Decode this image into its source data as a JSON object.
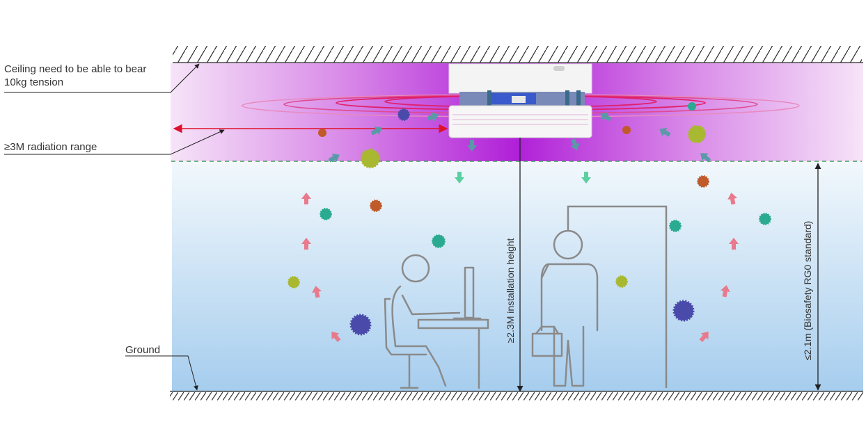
{
  "labels": {
    "ceiling": "Ceiling need to be able to bear 10kg tension",
    "radiation_range": "≥3M radiation range",
    "ground": "Ground",
    "installation_height": "≥2.3M installation height",
    "biosafety": "≤2.1m (Biosafety RG0 standard)"
  },
  "colors": {
    "uv_zone": "#b020d8",
    "room_top": "#f2f8fc",
    "room_bottom": "#a6cdee",
    "ring": "#e0206a",
    "range_arrow": "#e0102a",
    "dashed_line": "#3a9a5a",
    "person": "#8a8a8a",
    "up_arrow": "#e87a8c",
    "in_arrow": "#5a9aa8",
    "down_arrow": "#5ad0a0",
    "virus_teal": "#2aaa90",
    "virus_blue": "#4a4aaa",
    "virus_olive": "#a8b830",
    "virus_orange": "#c05a2a"
  }
}
